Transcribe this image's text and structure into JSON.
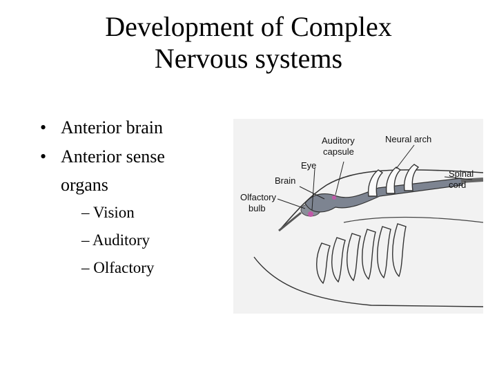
{
  "slide": {
    "title_line1": "Development of Complex",
    "title_line2": "Nervous systems",
    "bullet_char": "•",
    "bullets": [
      {
        "line1": "Anterior brain",
        "line2": ""
      },
      {
        "line1": "Anterior sense",
        "line2": "organs"
      }
    ],
    "sub_bullets": [
      "– Vision",
      "– Auditory",
      "– Olfactory"
    ]
  },
  "figure": {
    "labels": {
      "auditory_capsule_1": "Auditory",
      "auditory_capsule_2": "capsule",
      "neural_arch": "Neural arch",
      "eye": "Eye",
      "brain": "Brain",
      "spinal_cord_1": "Spinal",
      "spinal_cord_2": "cord",
      "olfactory_bulb_1": "Olfactory",
      "olfactory_bulb_2": "bulb"
    }
  }
}
